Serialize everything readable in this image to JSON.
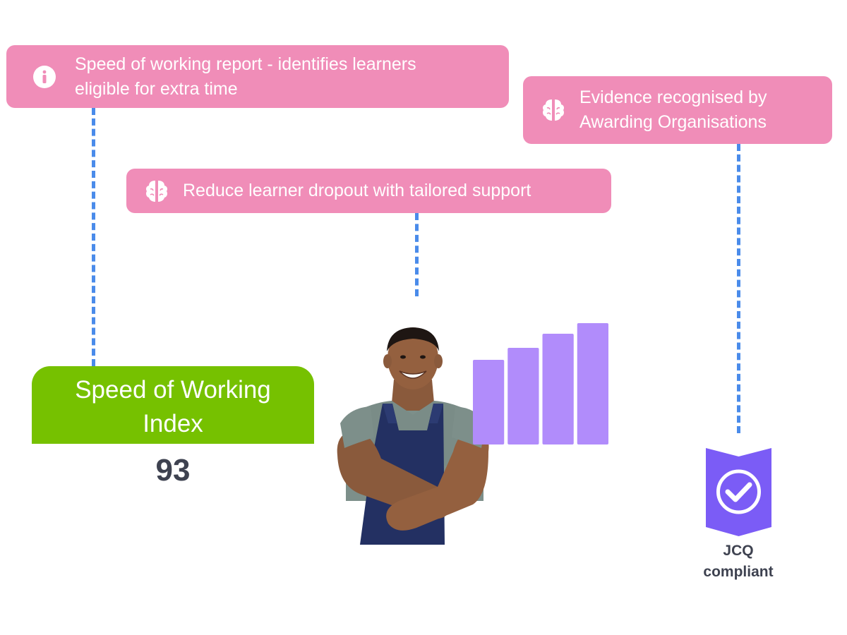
{
  "callouts": {
    "speed_report": {
      "text": "Speed of working report - identifies learners\neligible for extra time",
      "icon": "info-icon"
    },
    "evidence": {
      "text": "Evidence recognised by\nAwarding Organisations",
      "icon": "brain-icon"
    },
    "dropout": {
      "text": "Reduce learner dropout with tailored support",
      "icon": "brain-icon"
    }
  },
  "index_card": {
    "title": "Speed of Working\nIndex",
    "value": "93"
  },
  "badge": {
    "label": "JCQ\ncompliant",
    "icon": "shield-check-icon"
  },
  "chart_data": {
    "type": "bar",
    "categories": [
      "",
      "",
      "",
      ""
    ],
    "values": [
      120,
      137,
      157,
      172
    ],
    "ylim": [
      0,
      175
    ],
    "title": "",
    "xlabel": "",
    "ylabel": ""
  },
  "colors": {
    "callout": "#f08db8",
    "connector": "#4a8bea",
    "index_card": "#76c100",
    "bars": "#b18cfb",
    "badge": "#7b5cf6",
    "text_dark": "#3e4250"
  }
}
